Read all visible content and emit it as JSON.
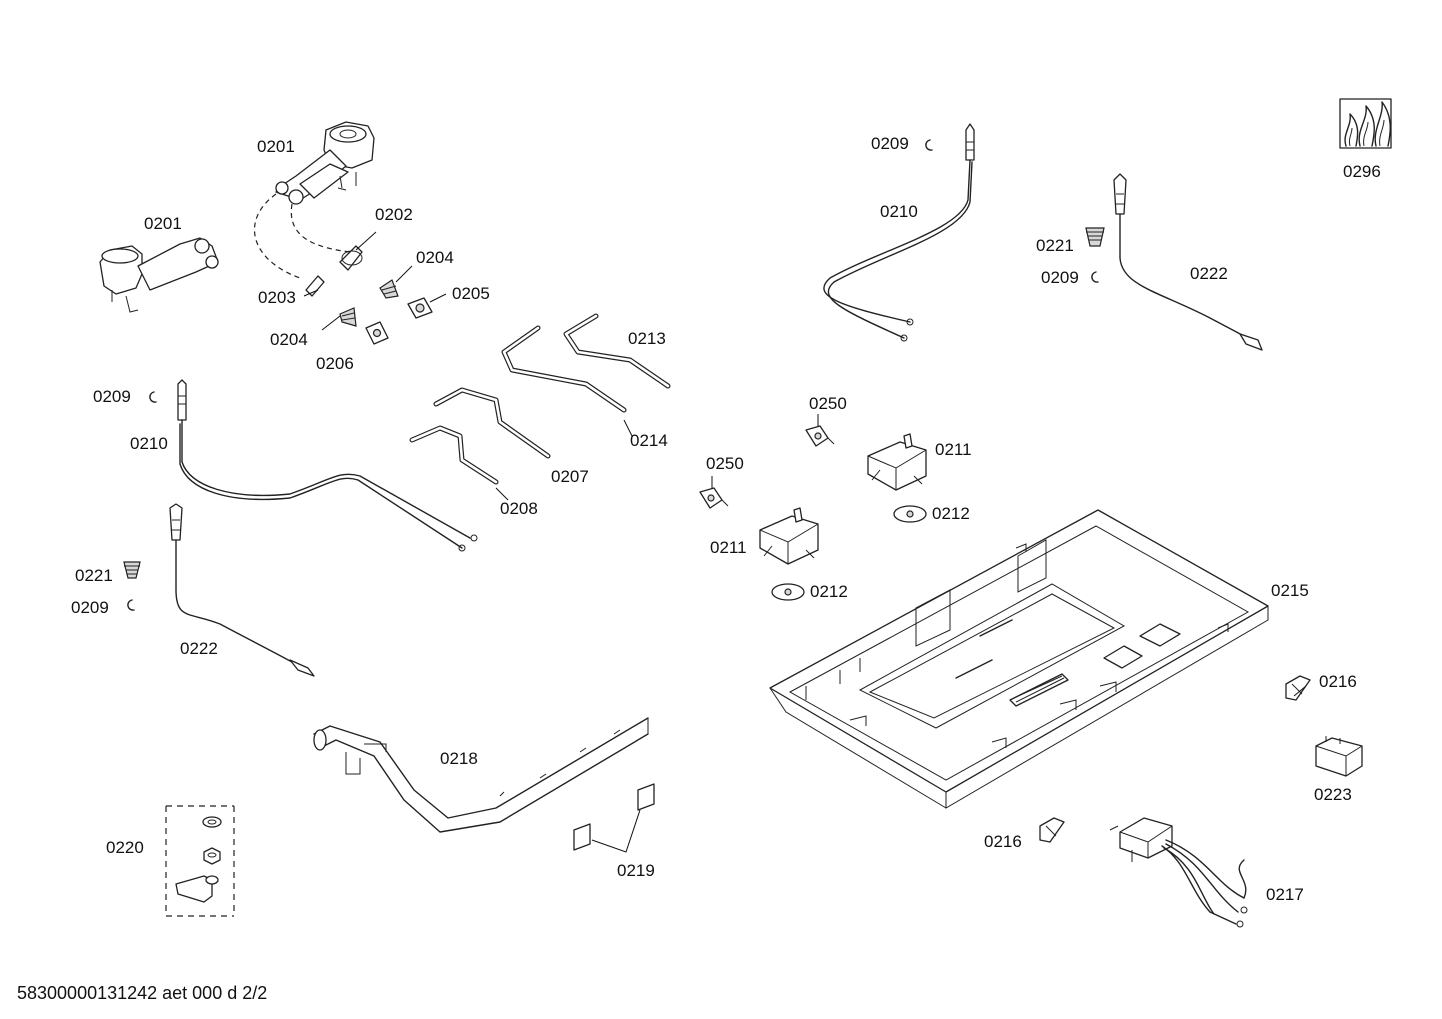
{
  "diagram": {
    "labels": {
      "l0201a": "0201",
      "l0201b": "0201",
      "l0202": "0202",
      "l0203": "0203",
      "l0204a": "0204",
      "l0204b": "0204",
      "l0205": "0205",
      "l0206": "0206",
      "l0207": "0207",
      "l0208": "0208",
      "l0209a": "0209",
      "l0209b": "0209",
      "l0209c": "0209",
      "l0209d": "0209",
      "l0210a": "0210",
      "l0210b": "0210",
      "l0211a": "0211",
      "l0211b": "0211",
      "l0212a": "0212",
      "l0212b": "0212",
      "l0213": "0213",
      "l0214": "0214",
      "l0215": "0215",
      "l0216a": "0216",
      "l0216b": "0216",
      "l0217": "0217",
      "l0218": "0218",
      "l0219": "0219",
      "l0220": "0220",
      "l0221a": "0221",
      "l0221b": "0221",
      "l0222a": "0222",
      "l0222b": "0222",
      "l0223": "0223",
      "l0250a": "0250",
      "l0250b": "0250",
      "l0296": "0296"
    },
    "footer": "58300000131242 aet 000 d 2/2",
    "icons": [
      "gas-flames-icon"
    ]
  }
}
